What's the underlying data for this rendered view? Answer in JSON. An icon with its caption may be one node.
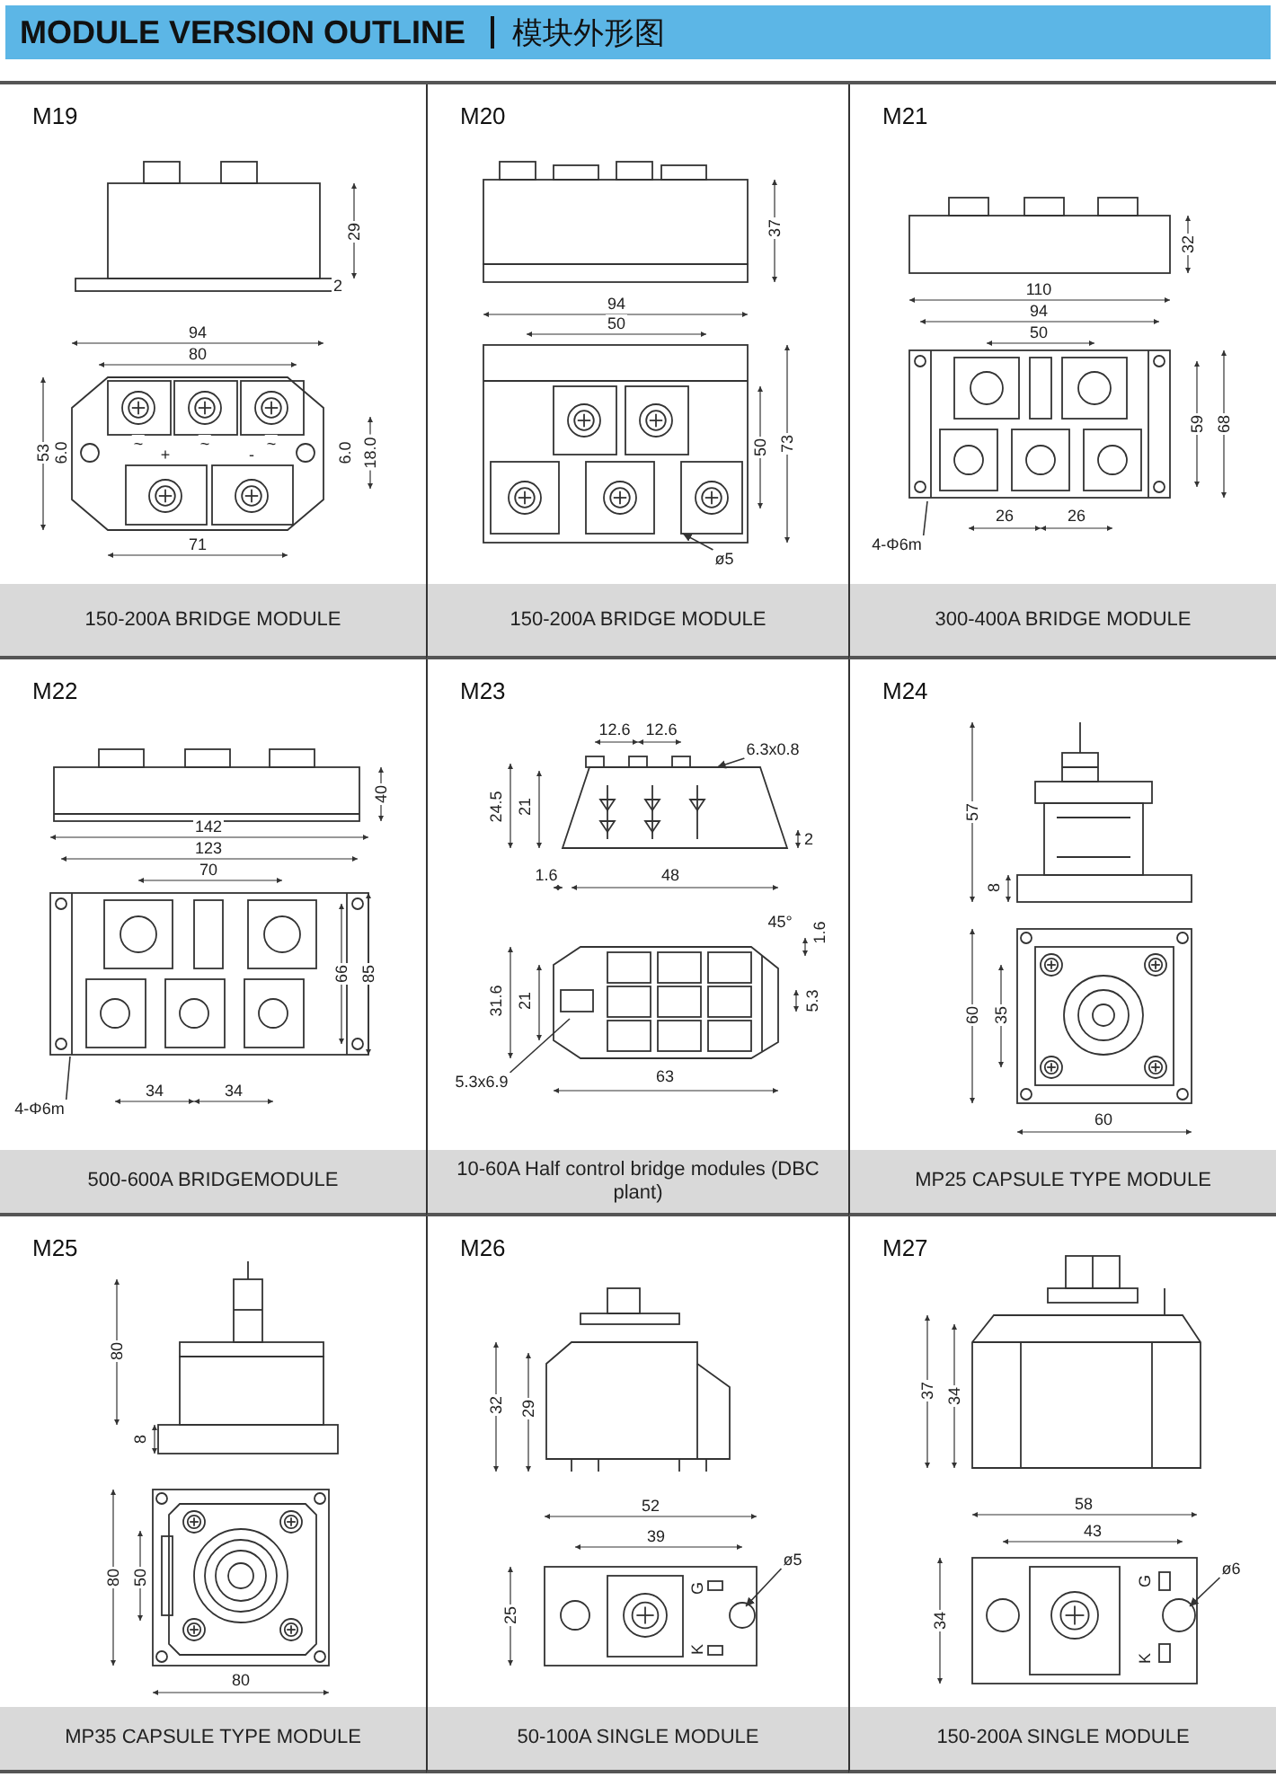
{
  "diagram": {
    "title": "MODULE VERSION OUTLINE",
    "nodes": [
      {
        "text": [
          "M19",
          "150-200A BRIDGE MODULE"
        ]
      },
      {
        "text": [
          "M20",
          "150-200A BRIDGE MODULE"
        ]
      },
      {
        "text": [
          "M21",
          "300-400A BRIDGE MODULE"
        ]
      },
      {
        "text": [
          "M22",
          "500-600A BRIDGEMODULE"
        ]
      },
      {
        "text": [
          "M23",
          "10-60A Half control bridge modules (DBC plant)"
        ]
      },
      {
        "text": [
          "M24",
          "MP25 CAPSULE TYPE MODULE"
        ]
      },
      {
        "text": [
          "M25",
          "MP35 CAPSULE TYPE MODULE"
        ]
      },
      {
        "text": [
          "M26",
          "50-100A SINGLE MODULE"
        ]
      },
      {
        "text": [
          "M27",
          "150-200A SINGLE MODULE"
        ]
      },
      {
        "text": [
          "ø5"
        ],
        "in": 1
      },
      {
        "text": [
          "4-Φ6m"
        ],
        "in": 2
      },
      {
        "text": [
          "4-Φ6m"
        ],
        "in": 3
      },
      {
        "text": [
          "6.3x0.8"
        ],
        "in": 4
      },
      {
        "text": [
          "5.3x6.9"
        ],
        "in": 4
      },
      {
        "text": [
          "ø5"
        ],
        "in": 7
      },
      {
        "text": [
          "ø6"
        ],
        "in": 8
      }
    ],
    "edges": [
      {
        "from": 9,
        "to": null,
        "arrow": "to"
      },
      {
        "from": 10,
        "to": null,
        "arrow": "none"
      },
      {
        "from": 11,
        "to": null,
        "arrow": "none"
      },
      {
        "from": 12,
        "to": null,
        "arrow": "to"
      },
      {
        "from": 13,
        "to": null,
        "arrow": "none"
      },
      {
        "from": 14,
        "to": null,
        "arrow": "to"
      },
      {
        "from": 15,
        "to": null,
        "arrow": "to"
      }
    ],
    "labels": [
      "模块外形图",
      "29",
      "2",
      "94",
      "80",
      "~",
      "~",
      "~",
      "53",
      "6.0",
      "6.0",
      "18.0",
      "+",
      "-",
      "71",
      "37",
      "94",
      "50",
      "50",
      "73",
      "32",
      "110",
      "94",
      "50",
      "59",
      "68",
      "26",
      "26",
      "40",
      "142",
      "123",
      "70",
      "66",
      "85",
      "34",
      "34",
      "12.6",
      "12.6",
      "24.5",
      "21",
      "2",
      "1.6",
      "48",
      "45°",
      "1.6",
      "31.6",
      "21",
      "5.3",
      "63",
      "57",
      "8",
      "60",
      "35",
      "60",
      "80",
      "8",
      "80",
      "50",
      "80",
      "32",
      "29",
      "52",
      "39",
      "25",
      "G",
      "K",
      "37",
      "34",
      "58",
      "43",
      "34",
      "G",
      "K"
    ]
  }
}
